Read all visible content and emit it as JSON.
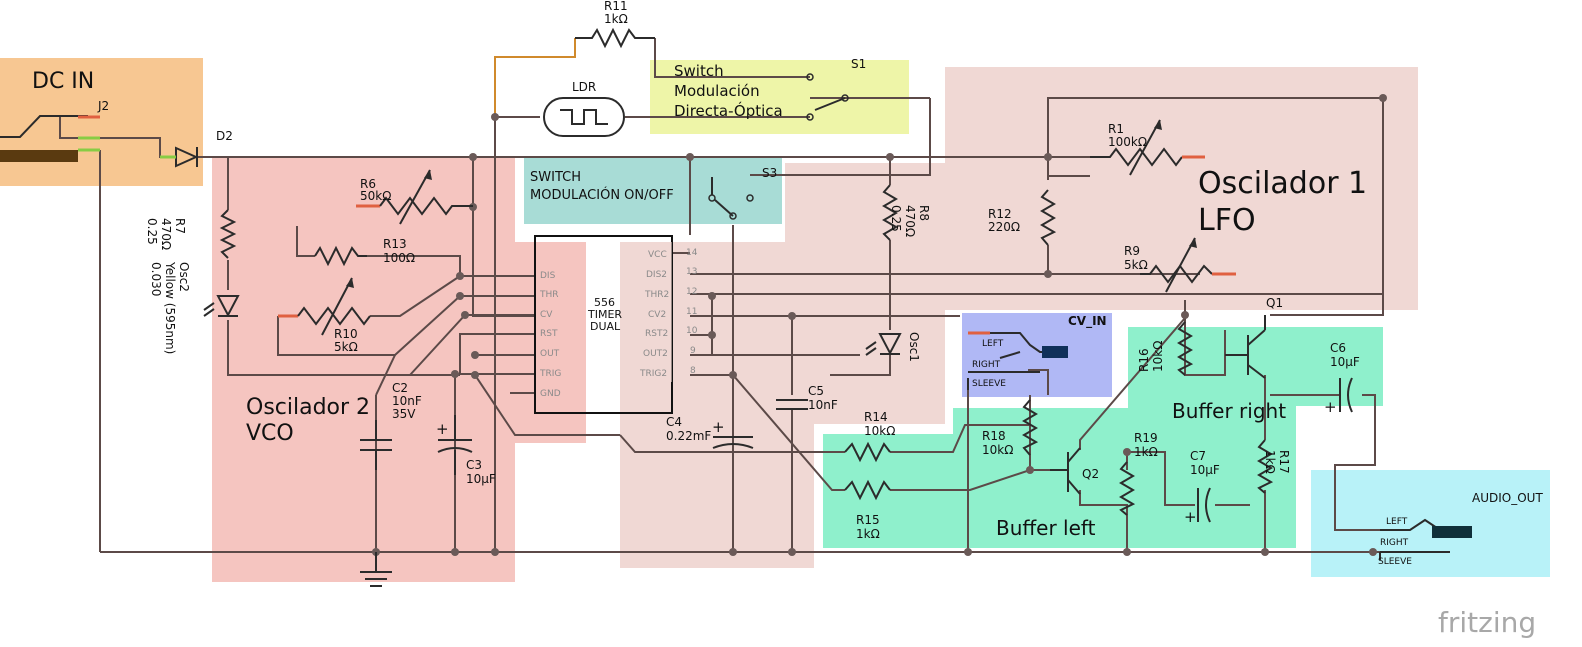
{
  "regions": {
    "dc_in": {
      "title": "DC IN",
      "color": "#f7c792"
    },
    "osc2": {
      "title_line1": "Oscilador 2",
      "title_line2": "VCO",
      "color": "#f5c5c0"
    },
    "osc1": {
      "title_line1": "Oscilador 1",
      "title_line2": "LFO",
      "color": "#f0d8d4"
    },
    "switch_mod": {
      "line1": "Switch",
      "line2": "Modulación",
      "line3": "Directa-Óptica",
      "color": "#eef5a8"
    },
    "switch_onoff": {
      "line1": "SWITCH",
      "line2": "MODULACIÓN ON/OFF",
      "color": "#a8dcd6"
    },
    "cv_in": {
      "title": "CV_IN",
      "color": "#b0b8f5"
    },
    "buffer_left": {
      "title": "Buffer left",
      "color": "#8ff0cc"
    },
    "buffer_right": {
      "title": "Buffer right",
      "color": "#8ff0cc"
    },
    "audio_out": {
      "title": "AUDIO_OUT",
      "color": "#b8f2f8"
    }
  },
  "components": {
    "j2": "J2",
    "d2": "D2",
    "r7": {
      "name": "R7",
      "value": "470Ω",
      "extra": "0.25"
    },
    "osc2_led": {
      "name": "Osc2",
      "value": "Yellow (595nm)",
      "extra": "0.030"
    },
    "r6": {
      "name": "R6",
      "value": "50kΩ"
    },
    "r13": {
      "name": "R13",
      "value": "100Ω"
    },
    "r10": {
      "name": "R10",
      "value": "5kΩ"
    },
    "c2": {
      "name": "C2",
      "value": "10nF",
      "extra": "35V"
    },
    "c3": {
      "name": "C3",
      "value": "10µF"
    },
    "r11": {
      "name": "R11",
      "value": "1kΩ"
    },
    "ldr": "LDR",
    "s1": "S1",
    "s3": "S3",
    "timer": {
      "line1": "556",
      "line2": "TIMER",
      "line3": "DUAL"
    },
    "timer_pins_left": [
      "DIS",
      "THR",
      "CV",
      "RST",
      "OUT",
      "TRIG",
      "GND"
    ],
    "timer_pins_right": [
      "VCC",
      "DIS2",
      "THR2",
      "CV2",
      "RST2",
      "OUT2",
      "TRIG2"
    ],
    "timer_pin_nums_right": [
      "14",
      "13",
      "12",
      "11",
      "10",
      "9",
      "8"
    ],
    "c4": {
      "name": "C4",
      "value": "0.22mF"
    },
    "c5": {
      "name": "C5",
      "value": "10nF"
    },
    "r8": {
      "name": "R8",
      "value": "470Ω",
      "extra": "0.25"
    },
    "osc1_led": "Osc1",
    "r1": {
      "name": "R1",
      "value": "100kΩ"
    },
    "r12": {
      "name": "R12",
      "value": "220Ω"
    },
    "r9": {
      "name": "R9",
      "value": "5kΩ"
    },
    "r14": {
      "name": "R14",
      "value": "10kΩ"
    },
    "r15": {
      "name": "R15",
      "value": "1kΩ"
    },
    "r16": {
      "name": "R16",
      "value": "10kΩ"
    },
    "r17": {
      "name": "R17",
      "value": "1kΩ"
    },
    "r18": {
      "name": "R18",
      "value": "10kΩ"
    },
    "r19": {
      "name": "R19",
      "value": "1kΩ"
    },
    "q1": "Q1",
    "q2": "Q2",
    "c6": {
      "name": "C6",
      "value": "10µF"
    },
    "c7": {
      "name": "C7",
      "value": "10µF"
    },
    "jack_labels": {
      "left": "LEFT",
      "right": "RIGHT",
      "sleeve": "SLEEVE"
    }
  },
  "watermark": "fritzing"
}
